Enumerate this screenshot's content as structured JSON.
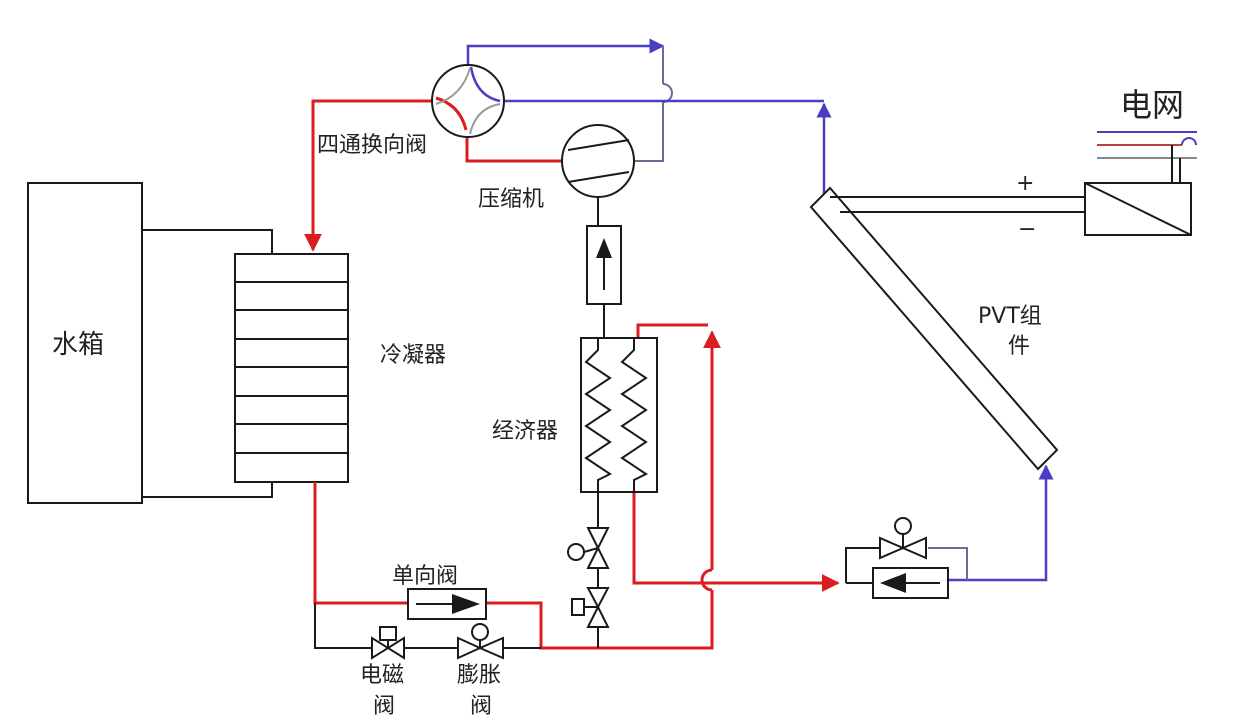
{
  "labels": {
    "four_way_valve": "四通换向阀",
    "compressor": "压缩机",
    "water_tank": "水箱",
    "condenser": "冷凝器",
    "economizer": "经济器",
    "check_valve": "单向阀",
    "solenoid_valve_line1": "电磁",
    "solenoid_valve_line2": "阀",
    "expansion_valve_line1": "膨胀",
    "expansion_valve_line2": "阀",
    "pvt_line1": "PVT组",
    "pvt_line2": "件",
    "grid": "电网",
    "plus": "+",
    "minus": "−"
  },
  "colors": {
    "hot_line": "#d81e1e",
    "cold_line": "#4a3fc2",
    "outline": "#1a1a1a"
  }
}
